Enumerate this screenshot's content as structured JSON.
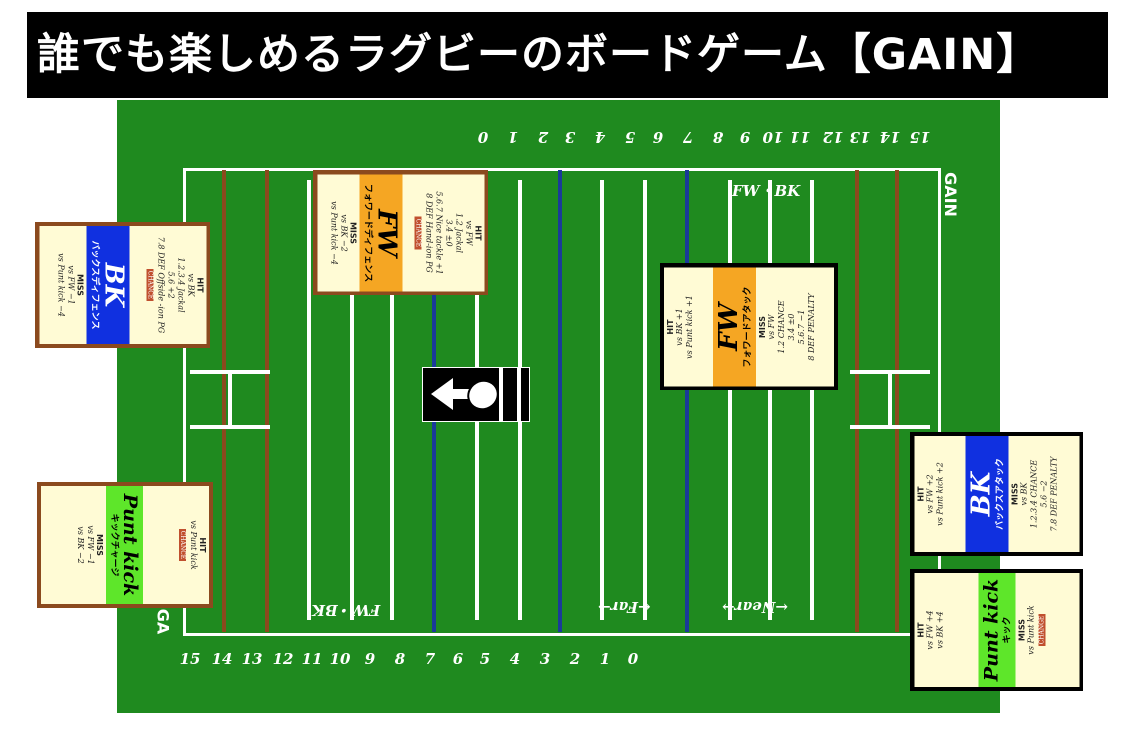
{
  "title": "誰でも楽しめるラグビーのボードゲーム【GAIN】",
  "field": {
    "top_numbers": [
      "0",
      "1",
      "2",
      "3",
      "4",
      "5",
      "6",
      "7",
      "8",
      "9",
      "10",
      "11",
      "12",
      "13",
      "14",
      "15"
    ],
    "bottom_numbers": [
      "15",
      "14",
      "13",
      "12",
      "11",
      "10",
      "9",
      "8",
      "7",
      "6",
      "5",
      "4",
      "3",
      "2",
      "1",
      "0"
    ],
    "fw_bk_top": "FW・BK",
    "fw_bk_bottom": "FW・BK",
    "far": "←Far→",
    "near": "←Near→",
    "logo_right": "GAIN",
    "logo_left": "GA",
    "colors": {
      "grass": "#1f8a1f",
      "line": "#ffffff",
      "brown_line": "#8b4a1e",
      "blue_line": "#1a3a9a"
    }
  },
  "cards": [
    {
      "id": "fw-defence",
      "title": "FW",
      "subtitle": "フォワードディフェンス",
      "band": "#f5a623",
      "border": "#8b4a1e",
      "hit_label": "HIT",
      "hit": [
        "vs FW",
        "1.2 Jackal",
        "3.4 ±0",
        "5.6.7 Nice tackle +1",
        "8 DEF Hand-ion PG"
      ],
      "hit_tag": "CHANCE",
      "miss_label": "MISS",
      "miss": [
        "vs BK −2",
        "vs Punt kick −4"
      ]
    },
    {
      "id": "bk-defence",
      "title": "BK",
      "subtitle": "バックスディフェンス",
      "band": "#1030e0",
      "border": "#8b4a1e",
      "hit_label": "HIT",
      "hit": [
        "vs BK",
        "1.2.3.4 Jackal",
        "5.6 +2",
        "7.8 DEF Offside -ion PG"
      ],
      "hit_tag": "CHANCE",
      "miss_label": "MISS",
      "miss": [
        "vs FW −1",
        "vs Punt kick −4"
      ]
    },
    {
      "id": "punt-kick-charge",
      "title": "Punt kick",
      "subtitle": "キックチャージ",
      "band": "#5ee62a",
      "border": "#8b4a1e",
      "hit_label": "HIT",
      "hit": [
        "vs Punt kick"
      ],
      "hit_tag": "CHANCE",
      "miss_label": "MISS",
      "miss": [
        "vs FW −1",
        "vs BK −2"
      ]
    },
    {
      "id": "fw-attack",
      "title": "FW",
      "subtitle": "フォワードアタック",
      "band": "#f5a623",
      "border": "#000",
      "hit_label": "HIT",
      "hit": [
        "vs BK +1",
        "vs Punt kick +1"
      ],
      "miss_label": "MISS",
      "miss": [
        "vs FW",
        "1.2 CHANCE",
        "3.4 ±0",
        "5.6.7 −1",
        "8 DEF PENALTY"
      ]
    },
    {
      "id": "bk-attack",
      "title": "BK",
      "subtitle": "バックスアタック",
      "band": "#1030e0",
      "border": "#000",
      "hit_label": "HIT",
      "hit": [
        "vs FW +2",
        "vs Punt kick +2"
      ],
      "miss_label": "MISS",
      "miss": [
        "vs BK",
        "1.2.3.4 CHANCE",
        "5.6 −2",
        "7.8 DEF PENALTY"
      ]
    },
    {
      "id": "punt-kick",
      "title": "Punt kick",
      "subtitle": "キック",
      "band": "#5ee62a",
      "border": "#000",
      "hit_label": "HIT",
      "hit": [
        "vs FW +4",
        "vs BK +4"
      ],
      "miss_label": "MISS",
      "miss": [
        "vs Punt kick"
      ],
      "miss_tag": "CHANGE"
    }
  ]
}
